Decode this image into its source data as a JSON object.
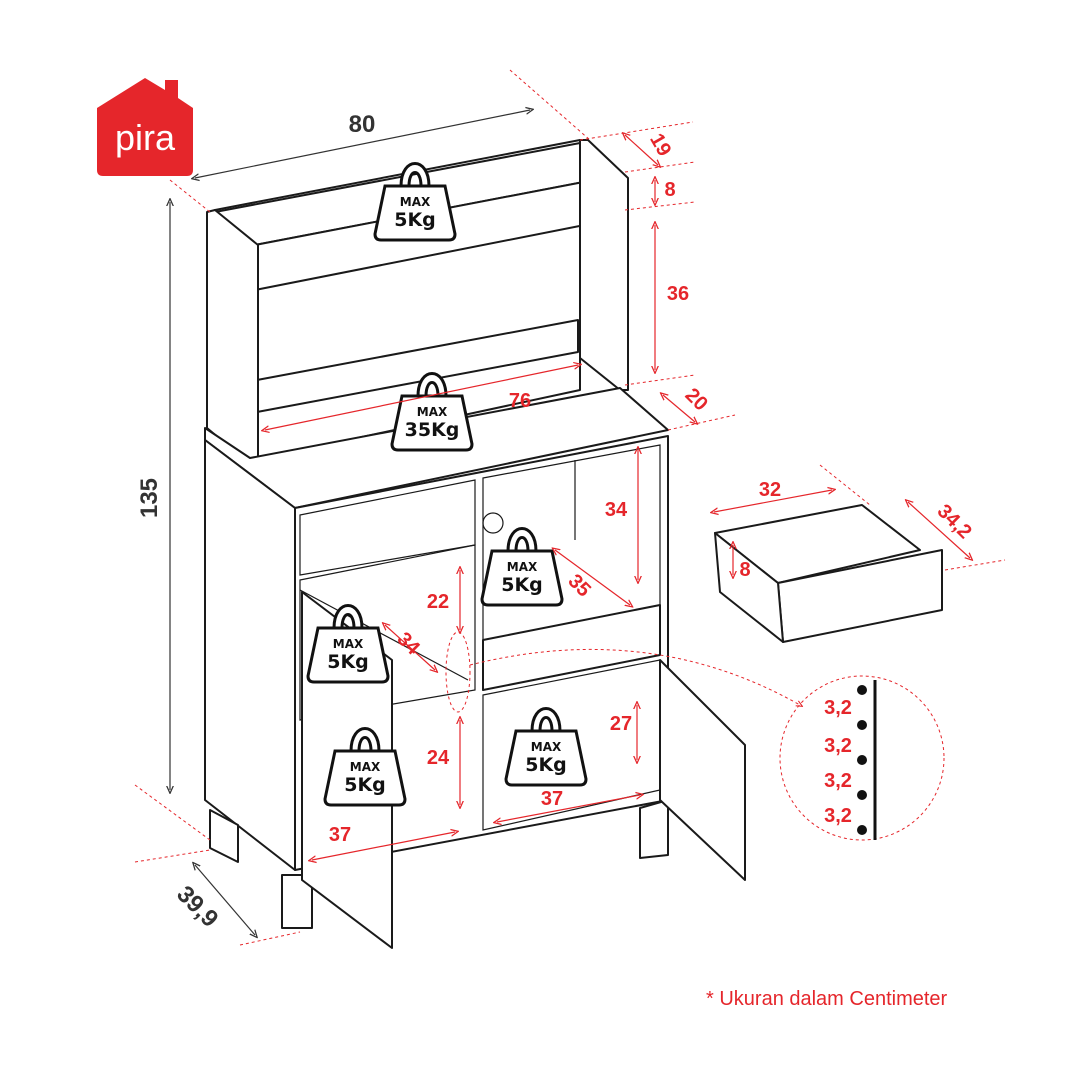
{
  "brand": {
    "name": "pira",
    "color": "#e5262b"
  },
  "weights": {
    "max_label": "MAX",
    "top_shelf": "5Kg",
    "countertop": "35Kg",
    "right_upper": "5Kg",
    "left_upper": "5Kg",
    "left_lower": "5Kg",
    "right_lower": "5Kg"
  },
  "dimensions": {
    "width": "80",
    "height": "135",
    "depth": "39,9",
    "hutch_depth": "19",
    "hutch_top_gap": "8",
    "hutch_height": "36",
    "counter_depth": "20",
    "counter_width": "76",
    "right_open_height": "34",
    "right_open_depth": "35",
    "left_upper_height": "22",
    "left_shelf_depth": "34",
    "left_lower_height": "24",
    "left_width": "37",
    "right_width": "37",
    "right_lower_height": "27",
    "drawer_width": "32",
    "drawer_depth": "34,2",
    "drawer_height": "8"
  },
  "hole_spacing": [
    "3,2",
    "3,2",
    "3,2",
    "3,2"
  ],
  "footnote": "* Ukuran dalam Centimeter"
}
